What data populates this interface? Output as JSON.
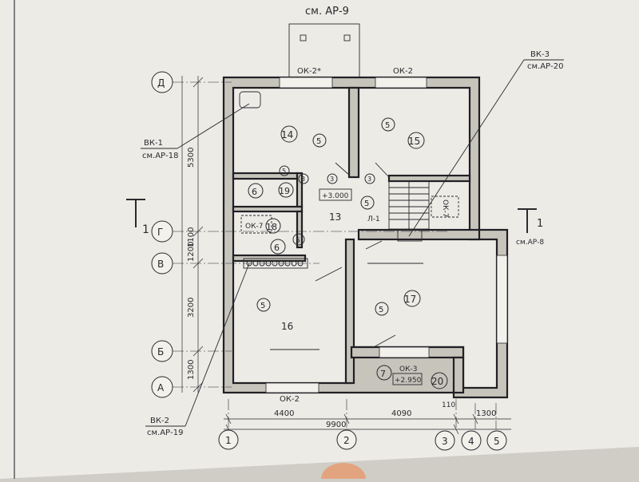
{
  "colors": {
    "paper": "#ecebe6",
    "ink": "#2a2a2e",
    "wall_hatch": "#c7c4bc",
    "background": "#cfcdc6"
  },
  "top_ref": "см. АР-9",
  "windows": {
    "ok2_top_left": "ОК-2*",
    "ok2_top_right": "ОК-2",
    "ok2_bottom": "ОК-2",
    "ok3": "ОК-3",
    "ok7_left": "ОК-7",
    "ok7_right": "ОК-7"
  },
  "callouts": {
    "vk1": {
      "mark": "ВК-1",
      "ref": "см.АР-18"
    },
    "vk2": {
      "mark": "ВК-2",
      "ref": "см.АР-19"
    },
    "vk3": {
      "mark": "ВК-3",
      "ref": "см.АР-20"
    }
  },
  "section_marks": {
    "left": "1",
    "right": "1",
    "right_ref": "см.АР-8"
  },
  "row_axes": [
    "Д",
    "Г",
    "В",
    "Б",
    "А"
  ],
  "col_axes": [
    "1",
    "2",
    "3",
    "4",
    "5"
  ],
  "row_dims": [
    "5300",
    "1100",
    "1200",
    "3200",
    "1300"
  ],
  "col_dims": {
    "d_4400": "4400",
    "d_4090": "4090",
    "d_9900": "9900",
    "d_110": "110",
    "d_1300": "1300"
  },
  "rooms": [
    "14",
    "15",
    "19",
    "13",
    "18",
    "16",
    "17",
    "20",
    "6",
    "6",
    "7"
  ],
  "finish_codes": [
    "5",
    "5",
    "5",
    "5",
    "5",
    "5",
    "5",
    "3",
    "3",
    "3"
  ],
  "levels": {
    "l1": "+3.000",
    "l2": "+2.950"
  },
  "stair_label": "Л-1"
}
